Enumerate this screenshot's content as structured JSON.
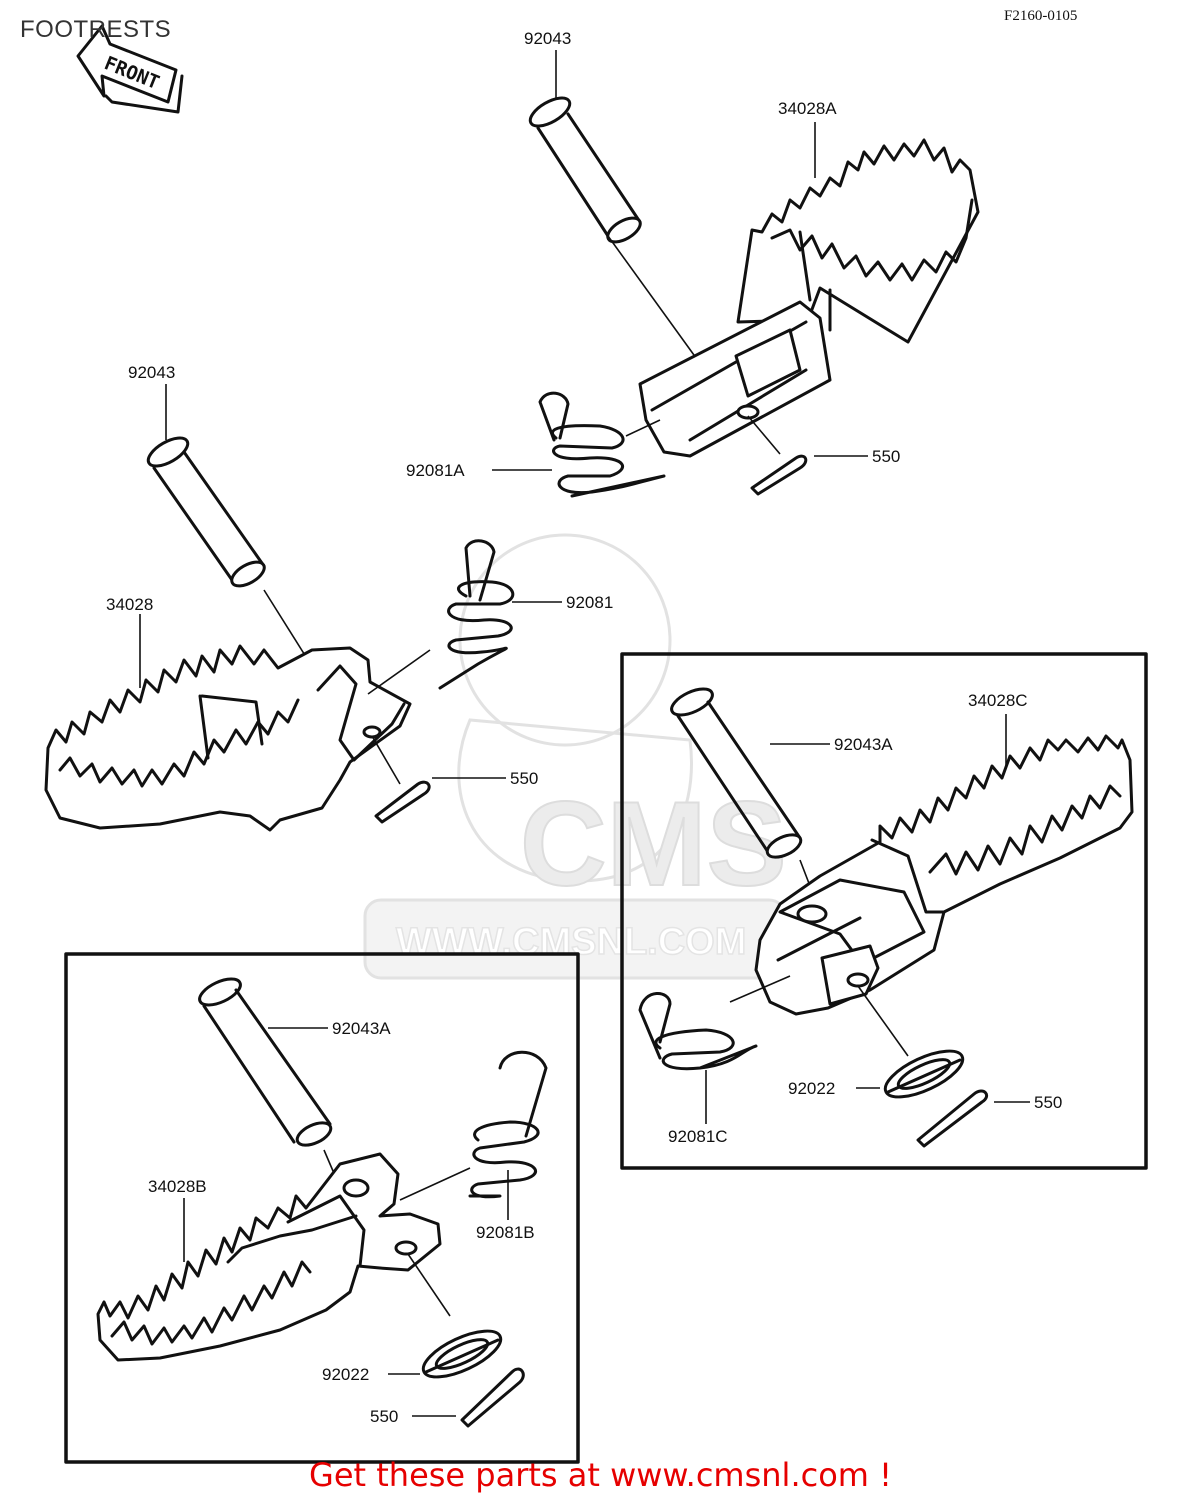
{
  "page": {
    "title": "FOOTRESTS",
    "diagram_code": "F2160-0105",
    "front_label": "FRONT",
    "watermark": "CMS www.cmsnl.com",
    "footer_text": "Get these parts at www.cmsnl.com !"
  },
  "callouts": {
    "top_pin": "92043",
    "top_footrest": "34028A",
    "top_spring": "92081A",
    "top_cotter": "550",
    "left_pin": "92043",
    "left_footrest": "34028",
    "left_spring": "92081",
    "left_cotter": "550",
    "right_pin": "92043A",
    "right_footrest": "34028C",
    "right_washer": "92022",
    "right_cotter": "550",
    "right_spring": "92081C",
    "bottom_pin": "92043A",
    "bottom_footrest": "34028B",
    "bottom_spring": "92081B",
    "bottom_washer": "92022",
    "bottom_cotter": "550"
  },
  "colors": {
    "line": "#111111",
    "footer": "#e60000",
    "watermark": "#ececec"
  }
}
